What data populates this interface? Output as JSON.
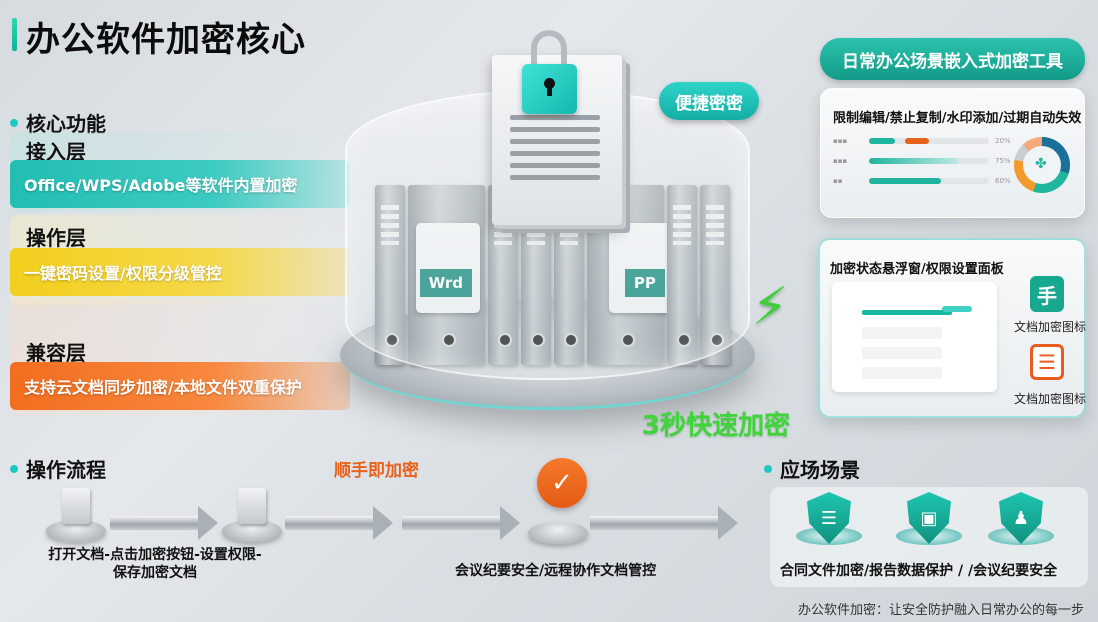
{
  "header": {
    "title": "办公软件加密核心",
    "accent_color": "#1ec8a8"
  },
  "core_functions": {
    "heading": "核心功能",
    "layers": [
      {
        "name": "接入层",
        "description": "Office/WPS/Adobe等软件内置加密",
        "color": "#22bdb3"
      },
      {
        "name": "操作层",
        "description": "一键密码设置/权限分级管控",
        "color": "#f2cf1c"
      },
      {
        "name": "兼容层",
        "description": "支持云文档同步加密/本地文件双重保护",
        "color": "#f36d1f"
      }
    ]
  },
  "center": {
    "pill_label": "便捷密密",
    "fast_label": "3秒快速加密",
    "binder_tags": [
      "Wrd",
      "PP"
    ],
    "lock_icon": "padlock-icon",
    "bolt_icon": "lightning-icon"
  },
  "embedded_tools": {
    "title": "日常办公场景嵌入式加密工具",
    "features_card": {
      "heading": "限制编辑/禁止复制/水印添加/过期自动失效",
      "bars": [
        {
          "percent": 20,
          "colors": [
            "#1fb59e",
            "#e8621c"
          ]
        },
        {
          "percent": 75,
          "colors": [
            "#1fb59e"
          ]
        },
        {
          "percent": 60,
          "colors": [
            "#1fb59e"
          ]
        }
      ],
      "donut_segments": [
        {
          "color": "#1b6f99",
          "share": 30
        },
        {
          "color": "#1fb59e",
          "share": 25
        },
        {
          "color": "#f19a2d",
          "share": 23
        },
        {
          "color": "#c8ced2",
          "share": 10
        },
        {
          "color": "#f5a97a",
          "share": 12
        }
      ]
    },
    "panel_card": {
      "heading": "加密状态悬浮窗/权限设置面板",
      "icons": [
        {
          "label": "文档加密图标",
          "glyph": "手",
          "style": "green"
        },
        {
          "label": "文档加密图标",
          "glyph": "☰",
          "style": "orange"
        }
      ]
    }
  },
  "workflow": {
    "heading": "操作流程",
    "tagline": "顺手即加密",
    "steps_caption_line1": "打开文档-点击加密按钮-设置权限-",
    "steps_caption_line2": "保存加密文档",
    "result_caption": "会议纪要安全/远程协作文档管控",
    "check_glyph": "✓"
  },
  "scenarios": {
    "heading": "应场场景",
    "caption": "合同文件加密/报告数据保护 / /会议纪要安全",
    "icons": [
      "contract-shield-icon",
      "report-shield-icon",
      "meeting-shield-icon"
    ],
    "glyphs": [
      "☰",
      "▣",
      "♟"
    ]
  },
  "footer": {
    "slogan": "办公软件加密：让安全防护融入日常办公的每一步"
  }
}
